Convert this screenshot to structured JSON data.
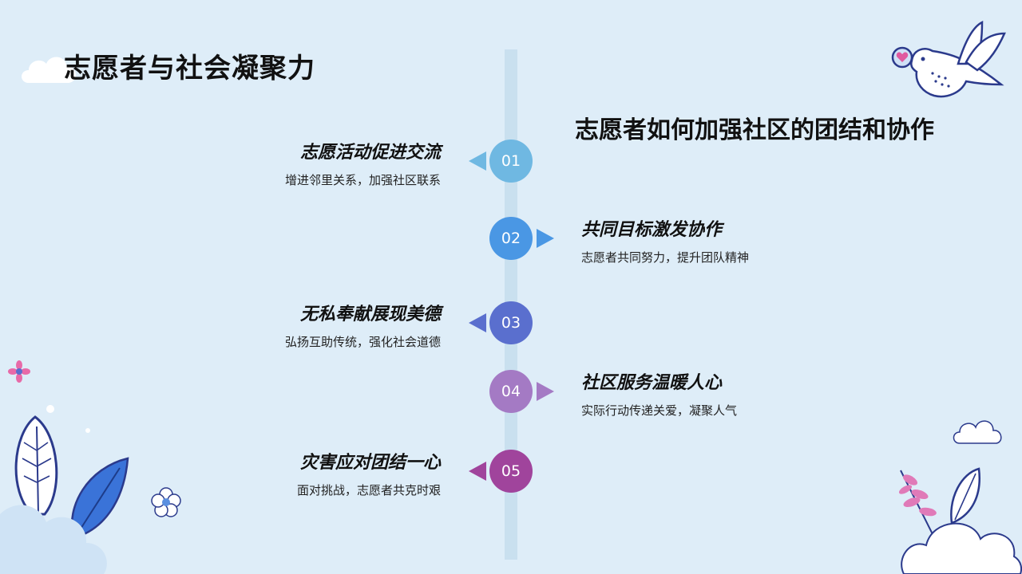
{
  "page": {
    "title": "志愿者与社会凝聚力",
    "subtitle": "志愿者如何加强社区的团结和协作"
  },
  "timeline": {
    "items": [
      {
        "number": "01",
        "heading": "志愿活动促进交流",
        "description": "增进邻里关系，加强社区联系",
        "color": "#6fb8e2",
        "side": "left"
      },
      {
        "number": "02",
        "heading": "共同目标激发协作",
        "description": "志愿者共同努力，提升团队精神",
        "color": "#4a97e4",
        "side": "right"
      },
      {
        "number": "03",
        "heading": "无私奉献展现美德",
        "description": "弘扬互助传统，强化社会道德",
        "color": "#5a6fce",
        "side": "left"
      },
      {
        "number": "04",
        "heading": "社区服务温暖人心",
        "description": "实际行动传递关爱，凝聚人气",
        "color": "#a47ac4",
        "side": "right"
      },
      {
        "number": "05",
        "heading": "灾害应对团结一心",
        "description": "面对挑战，志愿者共克时艰",
        "color": "#a0449c",
        "side": "left"
      }
    ]
  },
  "decor": {
    "icons": [
      "dove-icon",
      "heart-icon",
      "cloud-icon",
      "leaf-icon",
      "flower-icon"
    ]
  }
}
